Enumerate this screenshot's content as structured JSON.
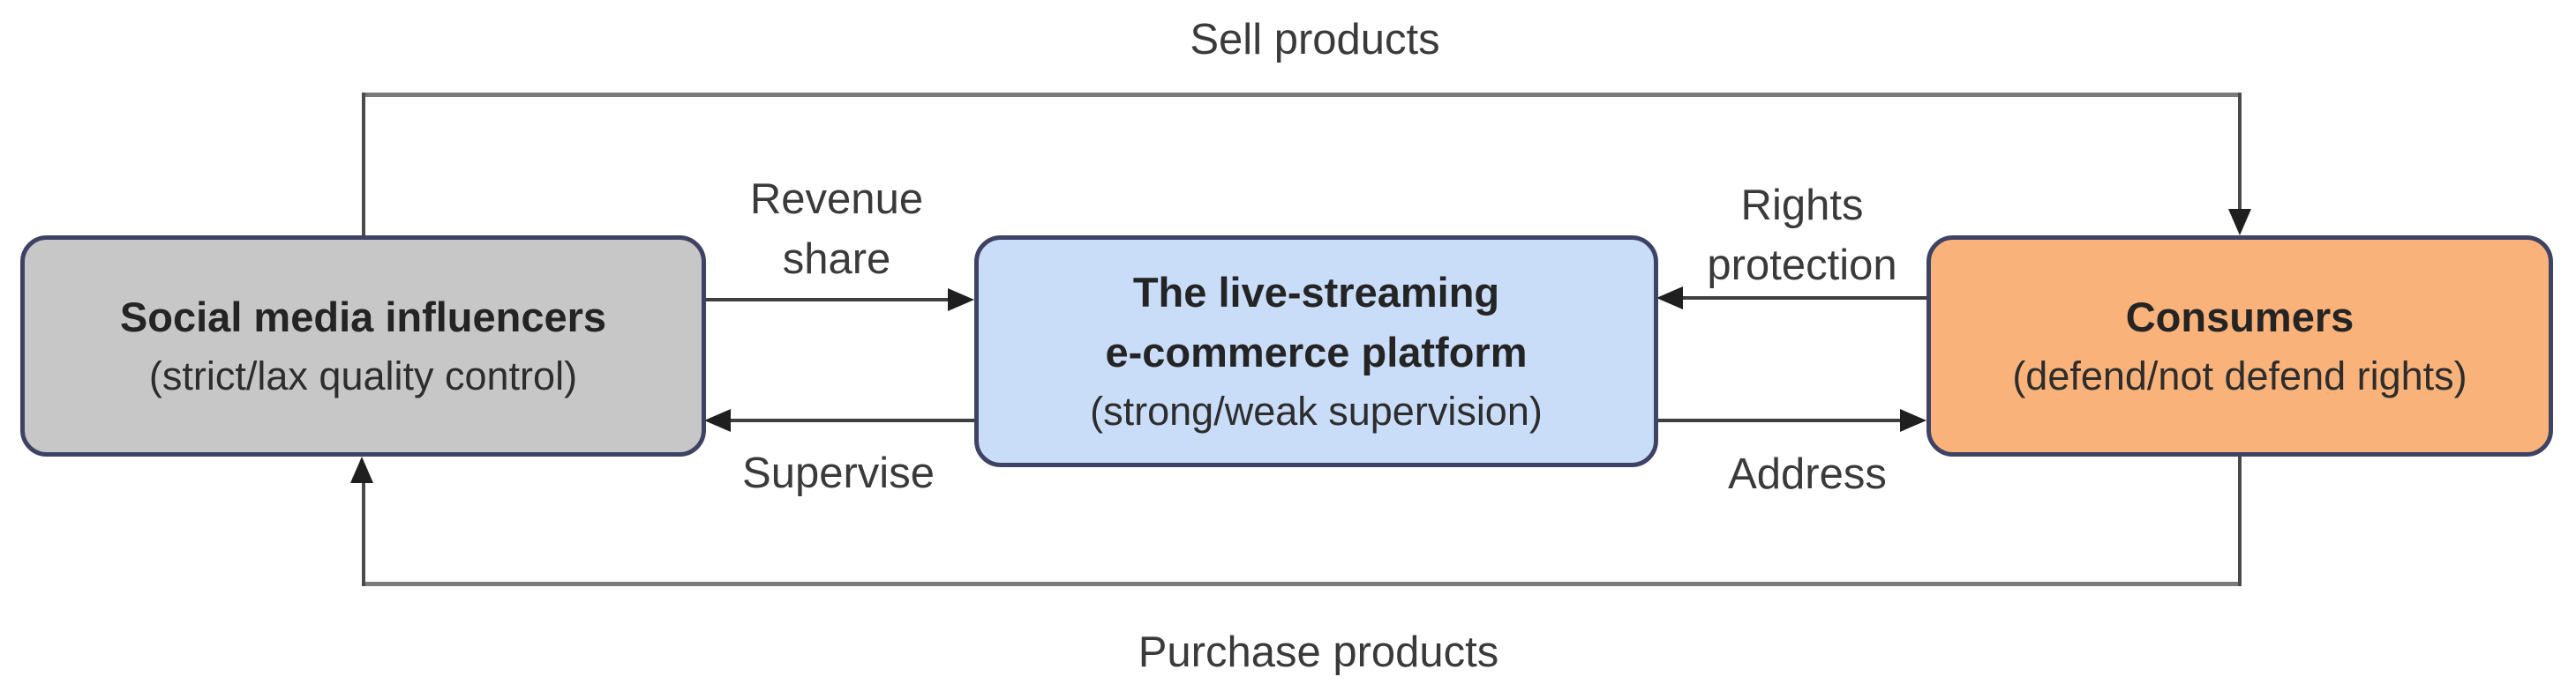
{
  "nodes": {
    "influencers": {
      "title": "Social media influencers",
      "subtitle": "(strict/lax quality control)",
      "fill": "#c7c7c7"
    },
    "platform": {
      "title_line1": "The live-streaming",
      "title_line2": "e-commerce platform",
      "subtitle": "(strong/weak supervision)",
      "fill": "#c9dcf8"
    },
    "consumers": {
      "title": "Consumers",
      "subtitle": "(defend/not defend rights)",
      "fill": "#f9b279"
    }
  },
  "edges": {
    "sell": {
      "label": "Sell products"
    },
    "purchase": {
      "label": "Purchase products"
    },
    "revenue": {
      "line1": "Revenue",
      "line2": "share"
    },
    "supervise": {
      "label": "Supervise"
    },
    "rights": {
      "line1": "Rights",
      "line2": "protection"
    },
    "address": {
      "label": "Address"
    }
  },
  "colors": {
    "node_border": "#3e4366",
    "loop_line": "#7a7a7a",
    "connector_line": "#4a4a4a",
    "arrow_line": "#3f3f3f",
    "arrowhead": "#1f1f1f",
    "text": "#2d2d2d"
  }
}
